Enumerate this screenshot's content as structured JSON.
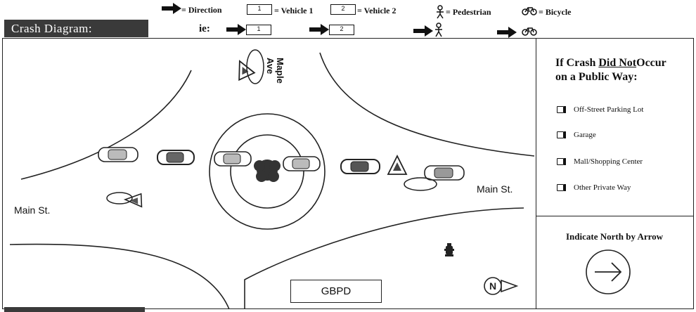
{
  "header": {
    "title": "Crash Diagram:"
  },
  "legend": {
    "direction_label": "= Direction",
    "vehicle1_box": "1",
    "vehicle1_label": "= Vehicle 1",
    "vehicle2_box": "2",
    "vehicle2_label": "= Vehicle 2",
    "pedestrian_label": "= Pedestrian",
    "bicycle_label": "= Bicycle",
    "ie_label": "ie:",
    "ie_box1": "1",
    "ie_box2": "2"
  },
  "diagram": {
    "street_top": "Maple Ave",
    "street_left": "Main St.",
    "street_right": "Main St.",
    "badge": "GBPD"
  },
  "side_panel": {
    "title_prefix": "If Crash",
    "title_emphasis": "Did Not",
    "title_suffix": "Occur",
    "title_line2": "on a Public Way:",
    "options": [
      "Off-Street Parking Lot",
      "Garage",
      "Mall/Shopping Center",
      "Other Private Way"
    ],
    "north_label": "Indicate North by Arrow"
  }
}
